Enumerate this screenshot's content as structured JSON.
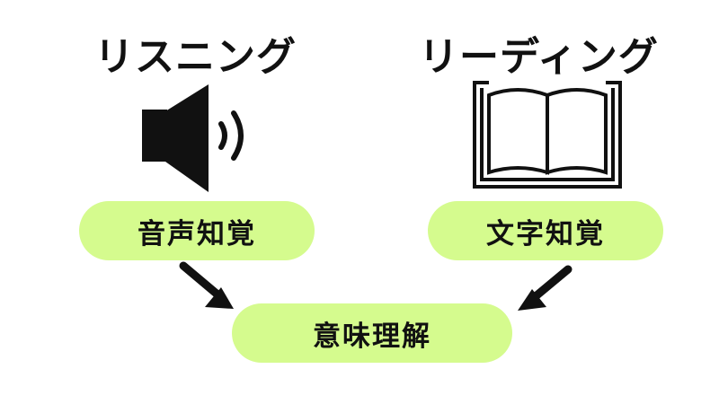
{
  "diagram": {
    "listening": {
      "heading": "リスニング",
      "icon": "speaker-icon"
    },
    "reading": {
      "heading": "リーディング",
      "icon": "open-book-icon"
    },
    "audio_perception": {
      "label": "音声知覚"
    },
    "text_perception": {
      "label": "文字知覚"
    },
    "comprehension": {
      "label": "意味理解"
    },
    "arrows": [
      {
        "from": "audio_perception",
        "to": "comprehension"
      },
      {
        "from": "text_perception",
        "to": "comprehension"
      }
    ]
  },
  "colors": {
    "pill_fill": "#d5fb8e",
    "ink": "#111111",
    "background": "#ffffff"
  }
}
